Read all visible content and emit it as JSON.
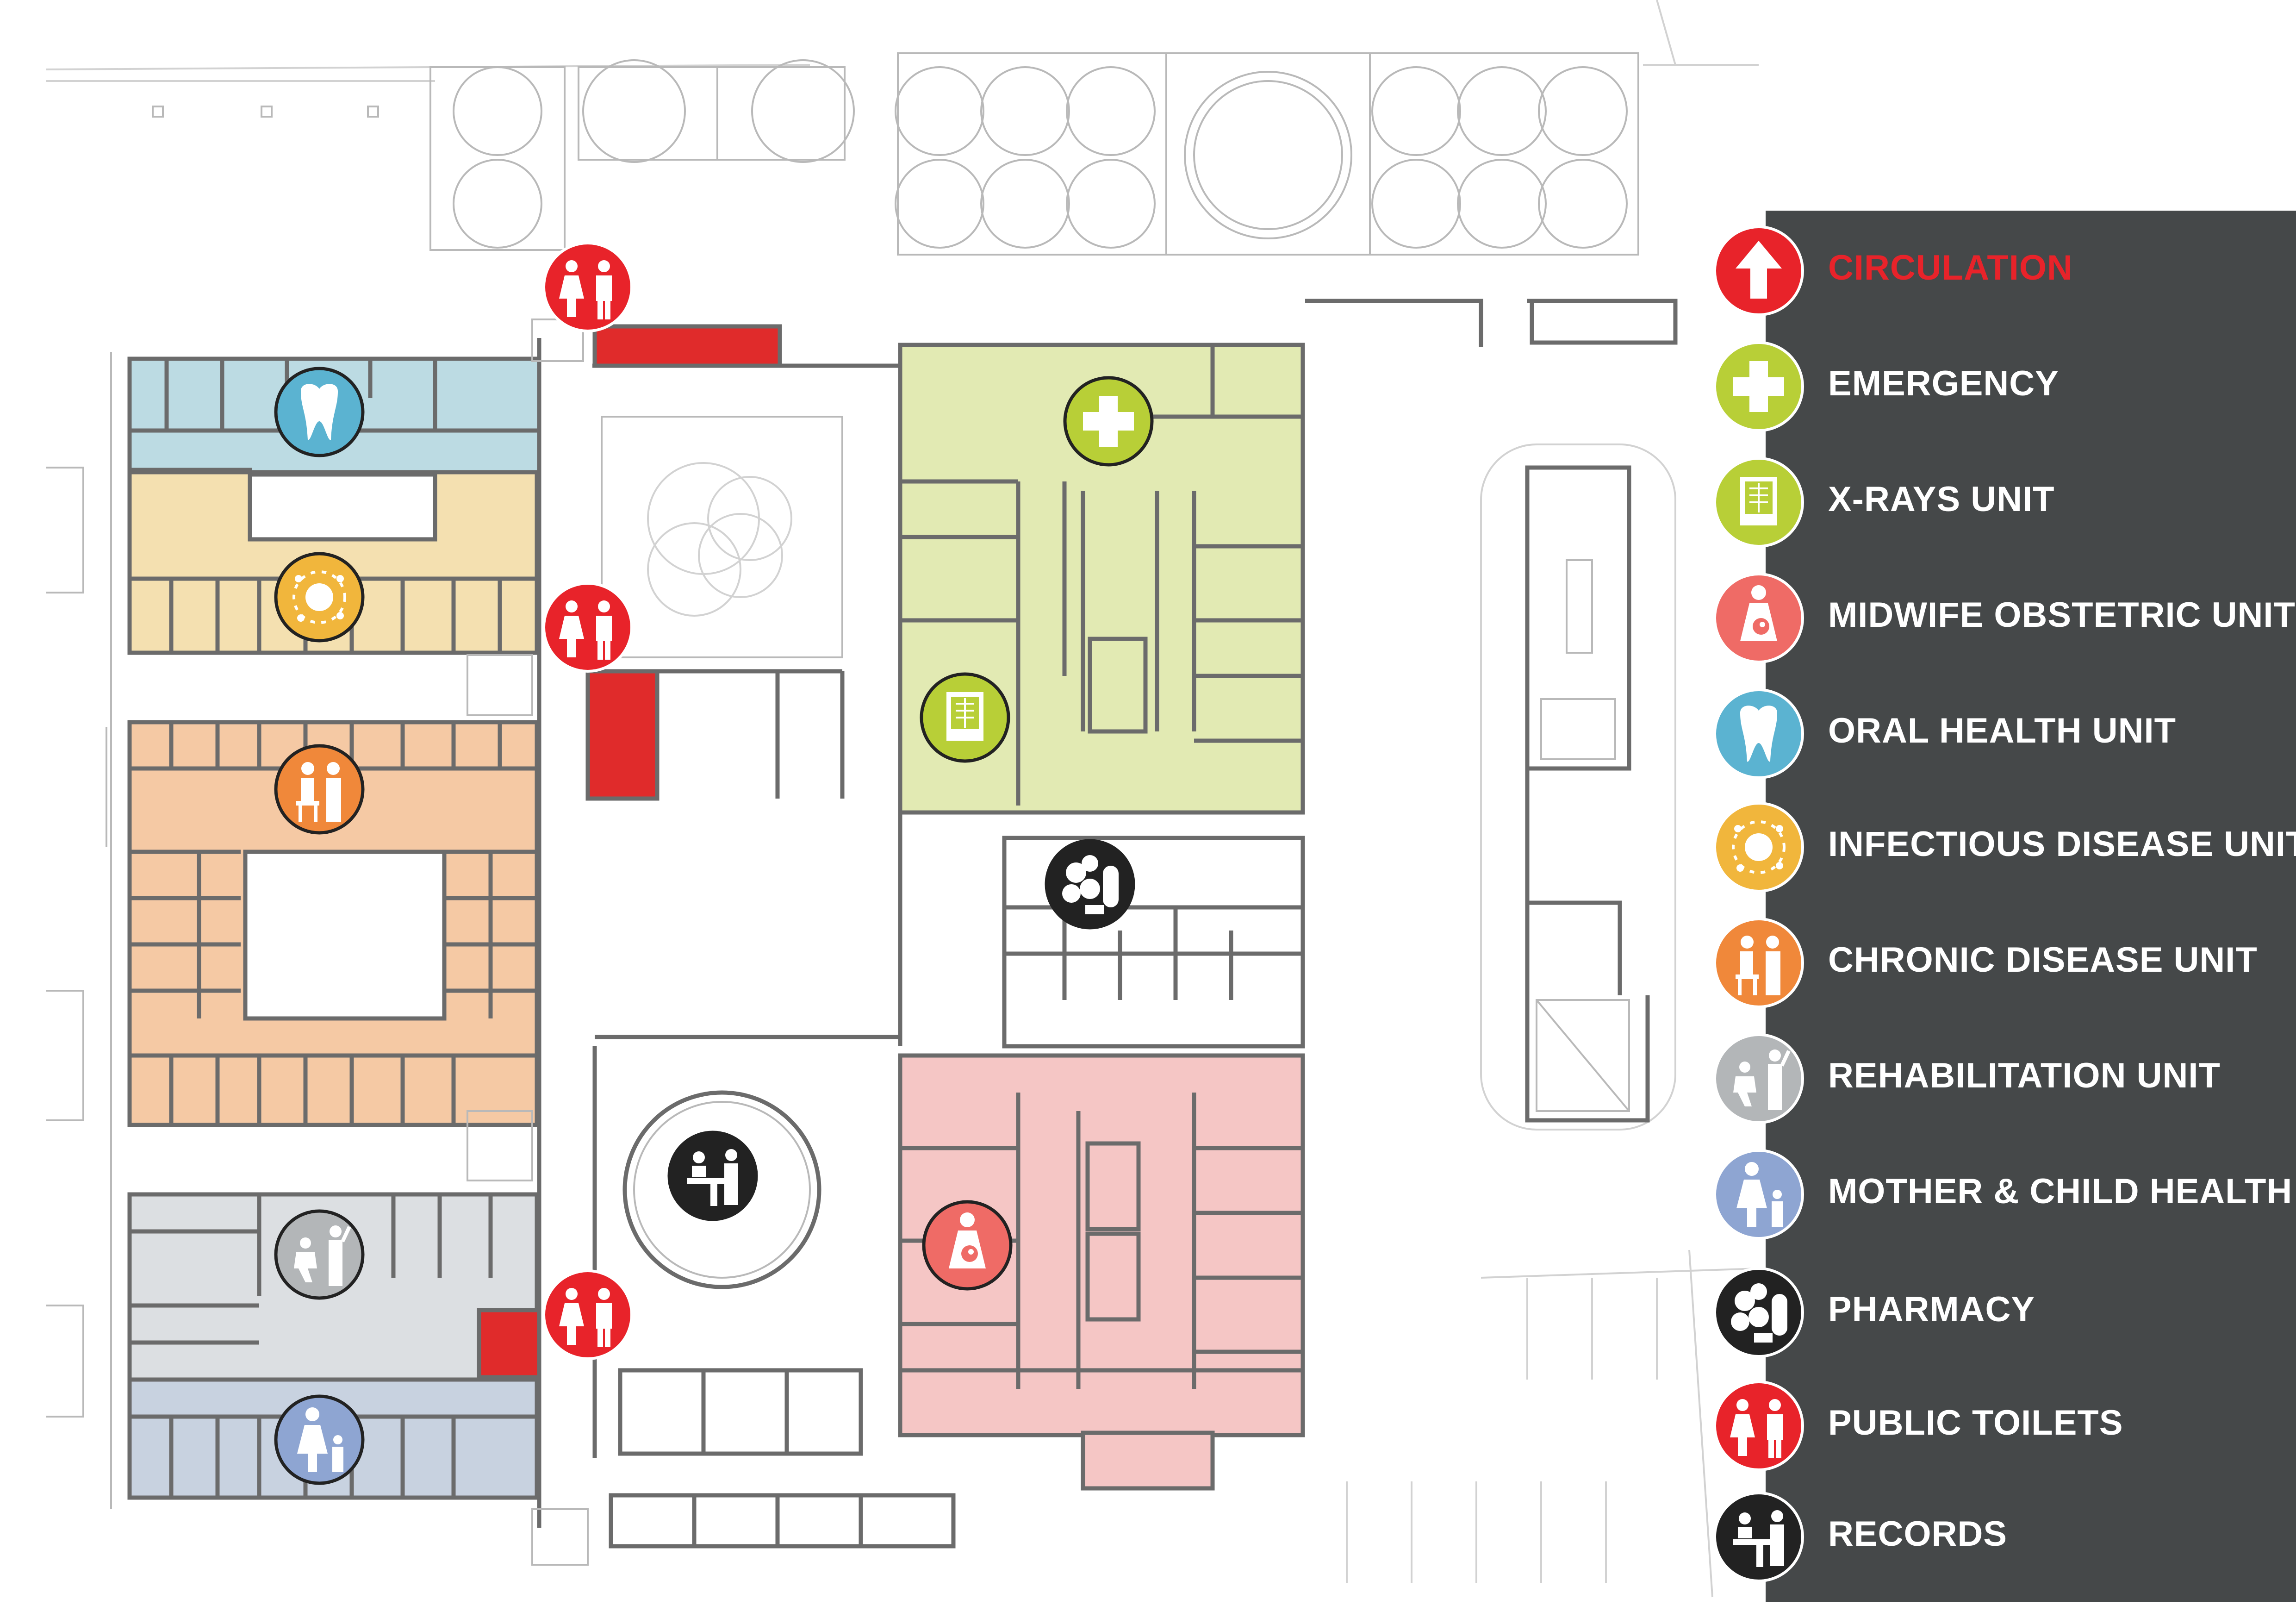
{
  "colors": {
    "panel": "#454849",
    "circulation": "#e8232a",
    "emergency": "#b8cf37",
    "xray": "#b8cf37",
    "midwife": "#ef6b66",
    "oral": "#5bb3d1",
    "infectious": "#f1b63c",
    "chronic": "#f0883a",
    "rehab": "#b3b6b8",
    "mother_child": "#8ea5d2",
    "pharmacy": "#222222",
    "toilets": "#e8232a",
    "records": "#222222",
    "zone_emergency": "#e2eab3",
    "zone_midwife": "#f5c6c5",
    "zone_oral": "#bcdbe3",
    "zone_infectious": "#f4e0b0",
    "zone_chronic": "#f5c9a4",
    "zone_rehab": "#dcdfe2",
    "zone_mother_child": "#c8d2e0",
    "zone_toilets": "#e02b2b"
  },
  "legend": [
    {
      "label": "CIRCULATION",
      "icon": "arrow-up-icon",
      "highlight": true
    },
    {
      "label": "EMERGENCY",
      "icon": "cross-icon"
    },
    {
      "label": "X-RAYS UNIT",
      "icon": "xray-icon"
    },
    {
      "label": "MIDWIFE OBSTETRIC UNIT",
      "icon": "pregnant-woman-icon"
    },
    {
      "label": "ORAL HEALTH UNIT",
      "icon": "tooth-icon"
    },
    {
      "label": "INFECTIOUS DISEASE UNIT",
      "icon": "virus-icon"
    },
    {
      "label": "CHRONIC DISEASE UNIT",
      "icon": "patient-doctor-icon"
    },
    {
      "label": "REHABILITATION UNIT",
      "icon": "rehab-figures-icon"
    },
    {
      "label": "MOTHER & CHILD HEALTH",
      "icon": "mother-child-icon"
    },
    {
      "label": "PHARMACY",
      "icon": "pills-icon"
    },
    {
      "label": "PUBLIC TOILETS",
      "icon": "toilets-icon"
    },
    {
      "label": "RECORDS",
      "icon": "records-desk-icon"
    }
  ]
}
